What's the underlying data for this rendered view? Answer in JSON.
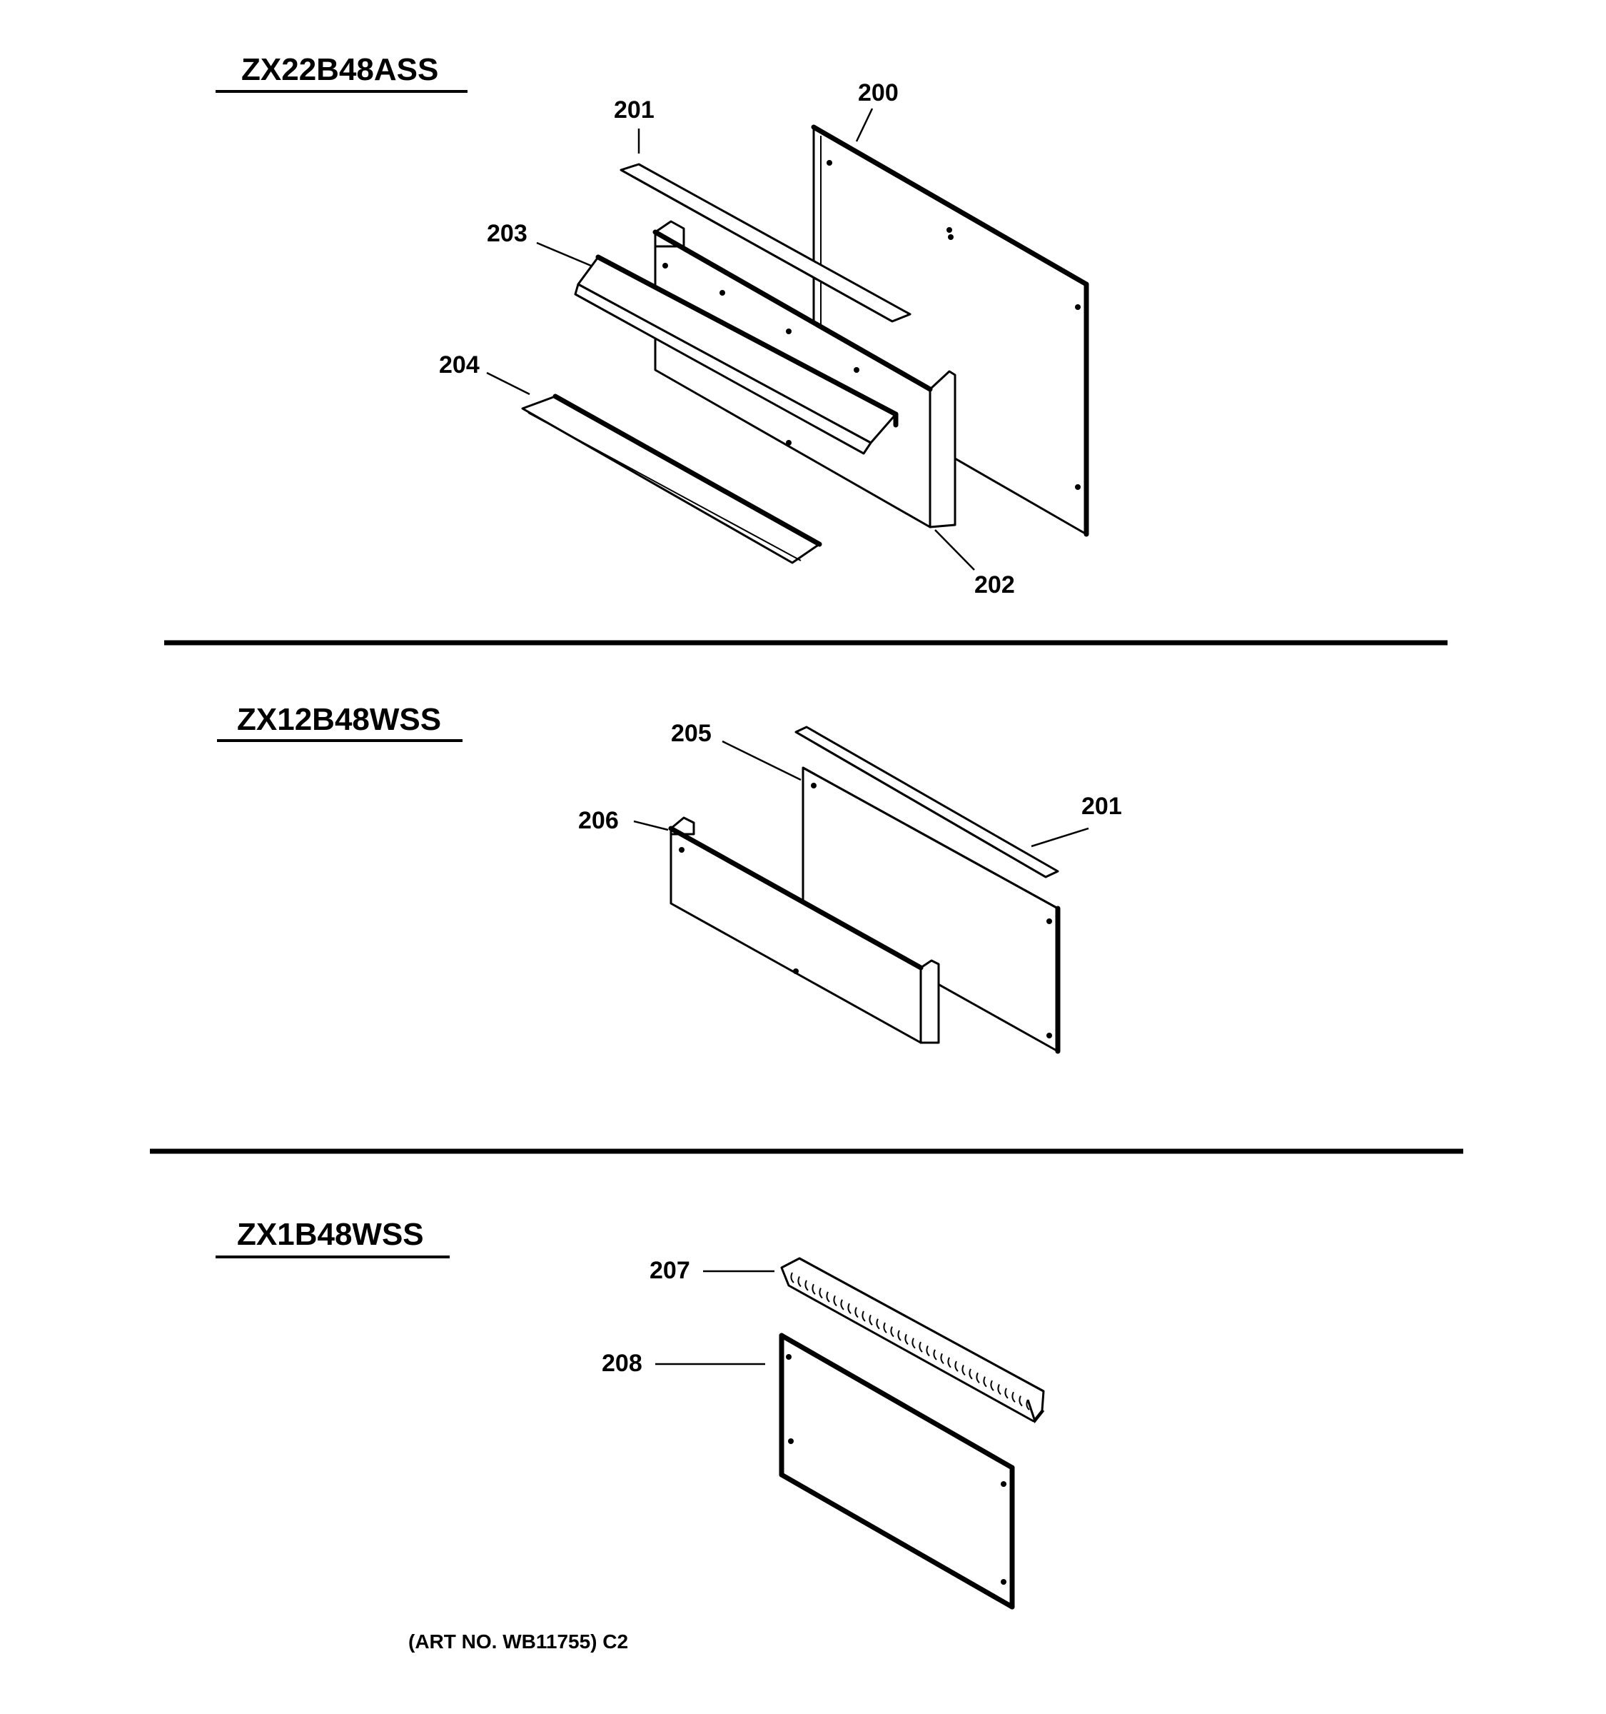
{
  "sections": [
    {
      "model": "ZX22B48ASS",
      "callouts": [
        "200",
        "201",
        "202",
        "203",
        "204"
      ]
    },
    {
      "model": "ZX12B48WSS",
      "callouts": [
        "205",
        "206",
        "201"
      ]
    },
    {
      "model": "ZX1B48WSS",
      "callouts": [
        "207",
        "208"
      ]
    }
  ],
  "footer": "(ART NO. WB11755) C2"
}
